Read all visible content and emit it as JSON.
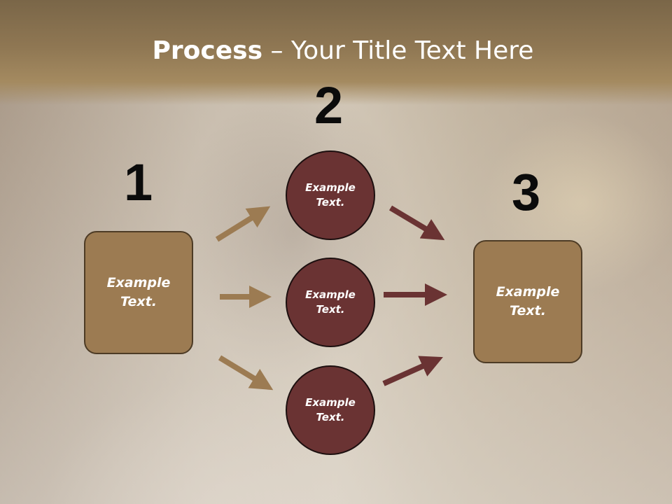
{
  "title": {
    "bold": "Process",
    "rest": " – Your Title Text Here"
  },
  "steps": [
    {
      "number": "1",
      "box_text": "Example Text."
    },
    {
      "number": "2",
      "circle_texts": [
        "Example Text.",
        "Example Text.",
        "Example Text."
      ]
    },
    {
      "number": "3",
      "box_text": "Example Text."
    }
  ],
  "colors": {
    "title_band": "#8f7753",
    "step_box": "#9c7b52",
    "circle": "#6a3333",
    "arrow_in": "#9c7b52",
    "arrow_out": "#6a3333"
  }
}
